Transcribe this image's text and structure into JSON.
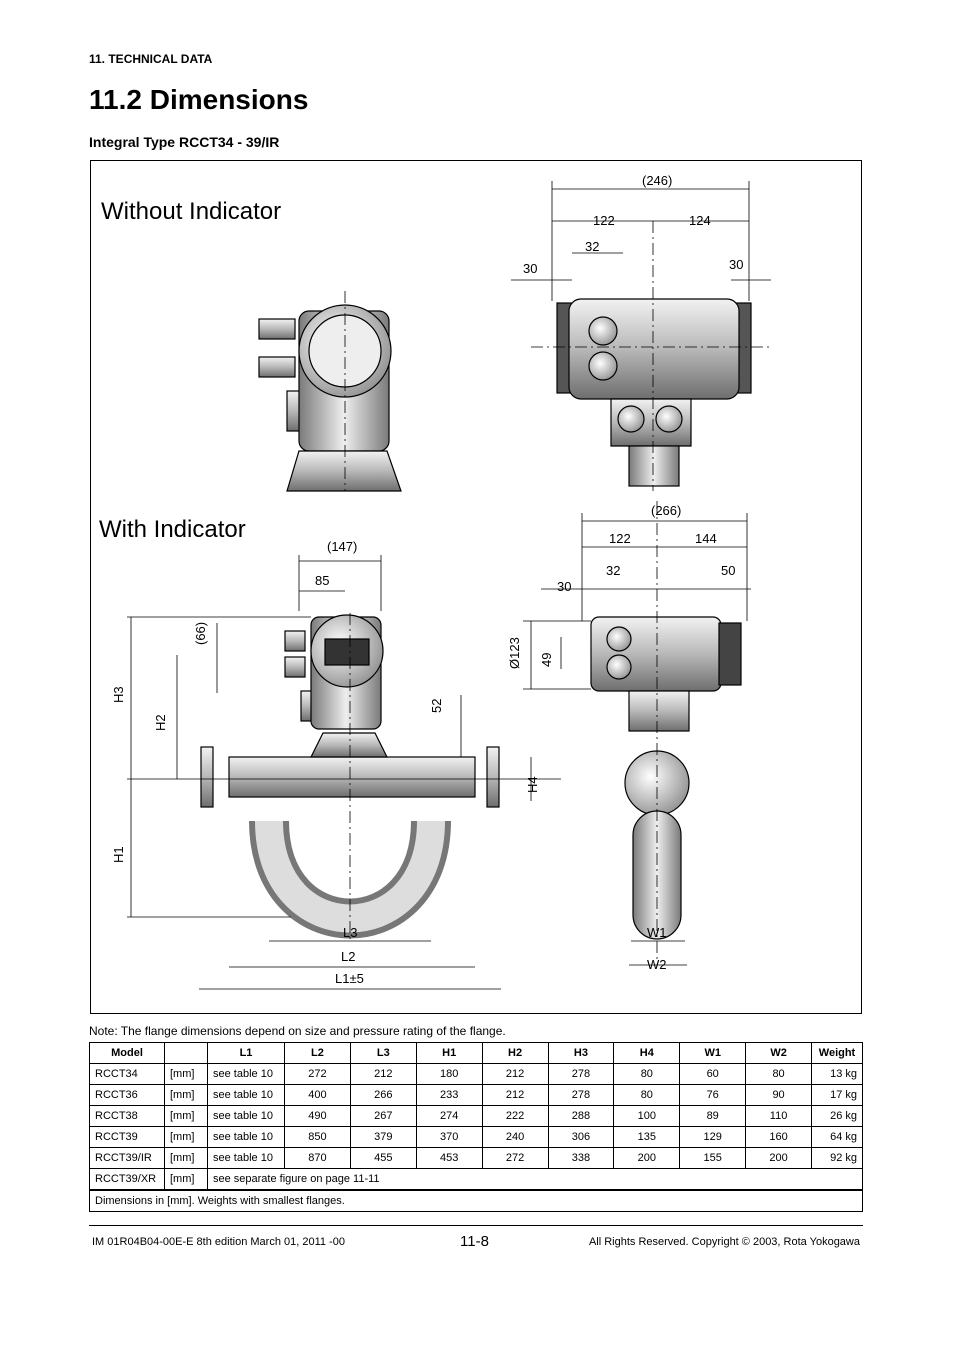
{
  "header": {
    "section": "11. TECHNICAL DATA",
    "title": "11.2  Dimensions",
    "subtitle": "Integral Type RCCT34 - 39/IR"
  },
  "figure": {
    "without_indicator": "Without Indicator",
    "with_indicator": "With Indicator",
    "top_dims": {
      "overall": "(246)",
      "left": "122",
      "right": "124",
      "d32": "32",
      "d30a": "30",
      "d30b": "30"
    },
    "side_dims": {
      "overall": "(266)",
      "left": "122",
      "right": "144",
      "d32": "32",
      "d30": "30",
      "d50": "50",
      "dia": "Ø123",
      "d49": "49"
    },
    "front_dims": {
      "overall": "(147)",
      "d85": "85",
      "d66": "(66)",
      "d52": "52",
      "h1": "H1",
      "h2": "H2",
      "h3": "H3",
      "h4": "H4",
      "l1": "L1±5",
      "l2": "L2",
      "l3": "L3",
      "w1": "W1",
      "w2": "W2"
    }
  },
  "note": "Note: The flange dimensions depend on size and pressure rating of the flange.",
  "table": {
    "headers": [
      "Model",
      "",
      "L1",
      "L2",
      "L3",
      "H1",
      "H2",
      "H3",
      "H4",
      "W1",
      "W2",
      "Weight"
    ],
    "rows": [
      [
        "RCCT34",
        "[mm]",
        "see table 10",
        "272",
        "212",
        "180",
        "212",
        "278",
        "80",
        "60",
        "80",
        "13 kg"
      ],
      [
        "RCCT36",
        "[mm]",
        "see table 10",
        "400",
        "266",
        "233",
        "212",
        "278",
        "80",
        "76",
        "90",
        "17 kg"
      ],
      [
        "RCCT38",
        "[mm]",
        "see table 10",
        "490",
        "267",
        "274",
        "222",
        "288",
        "100",
        "89",
        "110",
        "26 kg"
      ],
      [
        "RCCT39",
        "[mm]",
        "see table 10",
        "850",
        "379",
        "370",
        "240",
        "306",
        "135",
        "129",
        "160",
        "64 kg"
      ],
      [
        "RCCT39/IR",
        "[mm]",
        "see table 10",
        "870",
        "455",
        "453",
        "272",
        "338",
        "200",
        "155",
        "200",
        "92 kg"
      ]
    ],
    "xr_row": {
      "model": "RCCT39/XR",
      "unit": "[mm]",
      "text": "see separate figure on page 11-11"
    },
    "footer": "Dimensions in [mm].  Weights with smallest flanges."
  },
  "footer": {
    "left": "IM 01R04B04-00E-E  8th edition March 01, 2011 -00",
    "page": "11-8",
    "right": "All Rights Reserved. Copyright © 2003, Rota Yokogawa"
  }
}
